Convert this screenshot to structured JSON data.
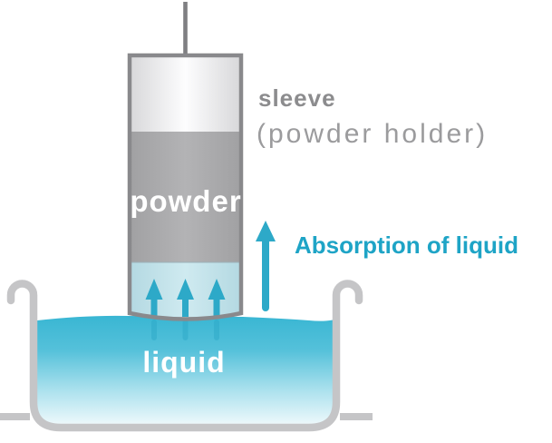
{
  "labels": {
    "sleeve": "sleeve",
    "sleeve_sub": "(powder holder)",
    "powder": "powder",
    "liquid": "liquid",
    "absorption": "Absorption of liquid"
  },
  "icons": {
    "absorption_arrow": "up-arrow-icon",
    "wicking_arrows": "three-up-arrows-icon"
  },
  "colors": {
    "teal_arrow": "#2da9c8",
    "teal_text": "#1ea4c6",
    "liquid_top": "#39b6d3",
    "liquid_mid": "#55c1da",
    "liquid_low": "#aee2ee",
    "liquid_bottom": "#ecf8fb",
    "absorbed_edge": "#b4d9e2",
    "absorbed_center": "#cfeaf0",
    "powder_edge": "#a1a1a3",
    "powder_center": "#b3b3b5",
    "empty_edge": "#d8d8da",
    "empty_center": "#fdfdfe",
    "cylinder_border": "#89898c",
    "rod_gray": "#7f7f82",
    "dish_gray": "#c5c5c7",
    "label_gray": "#8c8c8e",
    "label_gray_light": "#9b9b9d",
    "label_white": "#ffffff"
  }
}
